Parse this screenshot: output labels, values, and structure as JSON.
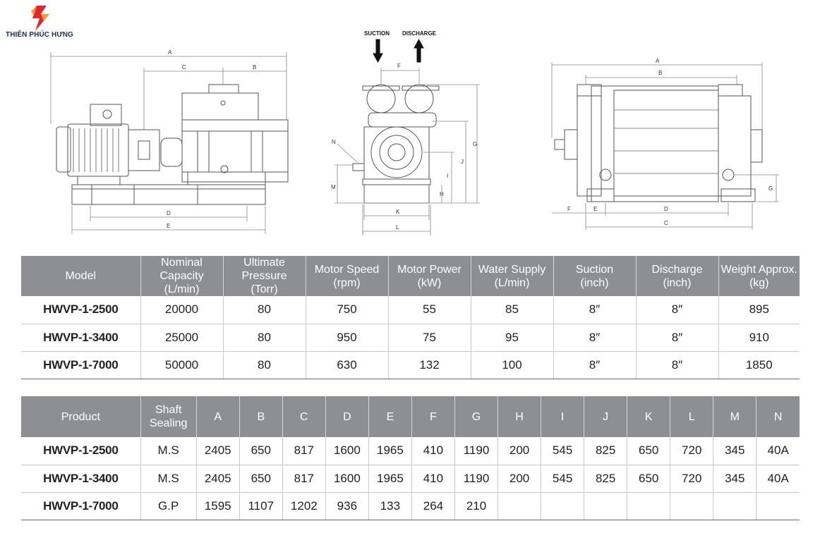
{
  "brand": {
    "name": "THIÊN PHÚC HƯNG",
    "colors": {
      "mark_red": "#e2262c",
      "mark_orange": "#f39a3b",
      "text_navy": "#1b2f59"
    }
  },
  "drawing_labels": {
    "suction": "SUCTION",
    "discharge": "DISCHARGE",
    "side": {
      "a": "A",
      "b": "B",
      "c": "C",
      "d": "D",
      "e": "E"
    },
    "front": {
      "f": "F",
      "g": "G",
      "h": "H",
      "i": "I",
      "j": "J",
      "k": "K",
      "l": "L",
      "m": "M",
      "n": "N"
    },
    "right": {
      "a": "A",
      "b": "B",
      "c": "C",
      "d": "D",
      "e": "E",
      "f": "F",
      "g": "G"
    }
  },
  "spec_table": {
    "header_color": "#8d8f95",
    "headers": [
      {
        "line1": "Model",
        "line2": ""
      },
      {
        "line1": "Nominal Capacity",
        "line2": "(L/min)"
      },
      {
        "line1": "Ultimate Pressure",
        "line2": "(Torr)"
      },
      {
        "line1": "Motor Speed",
        "line2": "(rpm)"
      },
      {
        "line1": "Motor Power",
        "line2": "(kW)"
      },
      {
        "line1": "Water Supply",
        "line2": "(L/min)"
      },
      {
        "line1": "Suction",
        "line2": "(inch)"
      },
      {
        "line1": "Discharge",
        "line2": "(inch)"
      },
      {
        "line1": "Weight Approx.",
        "line2": "(kg)"
      }
    ],
    "rows": [
      [
        "HWVP-1-2500",
        "20000",
        "80",
        "750",
        "55",
        "85",
        "8″",
        "8″",
        "895"
      ],
      [
        "HWVP-1-3400",
        "25000",
        "80",
        "950",
        "75",
        "95",
        "8″",
        "8″",
        "910"
      ],
      [
        "HWVP-1-7000",
        "50000",
        "80",
        "630",
        "132",
        "100",
        "8″",
        "8″",
        "1850"
      ]
    ]
  },
  "dimension_table": {
    "headers": [
      {
        "line1": "Product",
        "line2": ""
      },
      {
        "line1": "Shaft",
        "line2": "Sealing"
      },
      {
        "line1": "A",
        "line2": ""
      },
      {
        "line1": "B",
        "line2": ""
      },
      {
        "line1": "C",
        "line2": ""
      },
      {
        "line1": "D",
        "line2": ""
      },
      {
        "line1": "E",
        "line2": ""
      },
      {
        "line1": "F",
        "line2": ""
      },
      {
        "line1": "G",
        "line2": ""
      },
      {
        "line1": "H",
        "line2": ""
      },
      {
        "line1": "I",
        "line2": ""
      },
      {
        "line1": "J",
        "line2": ""
      },
      {
        "line1": "K",
        "line2": ""
      },
      {
        "line1": "L",
        "line2": ""
      },
      {
        "line1": "M",
        "line2": ""
      },
      {
        "line1": "N",
        "line2": ""
      }
    ],
    "rows": [
      [
        "HWVP-1-2500",
        "M.S",
        "2405",
        "650",
        "817",
        "1600",
        "1965",
        "410",
        "1190",
        "200",
        "545",
        "825",
        "650",
        "720",
        "345",
        "40A"
      ],
      [
        "HWVP-1-3400",
        "M.S",
        "2405",
        "650",
        "817",
        "1600",
        "1965",
        "410",
        "1190",
        "200",
        "545",
        "825",
        "650",
        "720",
        "345",
        "40A"
      ],
      [
        "HWVP-1-7000",
        "G.P",
        "1595",
        "1107",
        "1202",
        "936",
        "133",
        "264",
        "210",
        "",
        "",
        "",
        "",
        "",
        "",
        ""
      ]
    ]
  }
}
